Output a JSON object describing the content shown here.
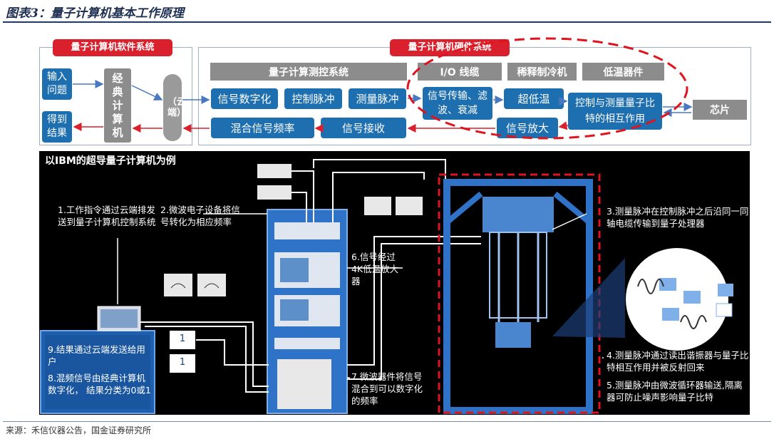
{
  "title": "图表3：量子计算机基本工作原理",
  "source": "来源：禾信仪器公告，国金证券研究所",
  "software": {
    "header": "量子计算机软件系统",
    "input": "输入问题",
    "output": "得到结果",
    "classical": "经典计算机",
    "cloud": "（云端）"
  },
  "hardware": {
    "header": "量子计算机硬件系统",
    "measure_ctrl": "量子计算测控系统",
    "io": "I/O 线缆",
    "dilution": "稀释制冷机",
    "cryo": "低温器件",
    "digitize": "信号数字化",
    "ctrl_pulse": "控制脉冲",
    "meas_pulse": "测量脉冲",
    "mix_freq": "混合信号频率",
    "sig_recv": "信号接收",
    "sig_trans": "信号传输、滤波、衰减",
    "ultra_low": "超低温",
    "sig_amp": "信号放大",
    "interaction": "控制与测量量子比特的相互作用",
    "chip": "芯片"
  },
  "ibm": {
    "title": "以IBM的超导量子计算机为例",
    "step1": "1.工作指令通过云端排发送到量子计算机控制系统",
    "step2": "2.微波电子设备将信号转化为相应频率",
    "step3": "3.测量脉冲在控制脉冲之后沿同一同轴电缆传输到量子处理器",
    "step4": "4.测量脉冲通过读出谐振器与量子比特相互作用并被反射回来",
    "step5": "5.测量脉冲由微波循环器输送,隔离器可防止噪声影响量子比特",
    "step6": "6.信号经过4K低温放大器",
    "step7": "7.微波器件将信号混合到可以数字化的频率",
    "step8": "8.混频信号由经典计算机数字化，  结果分类为0或1",
    "step9": "9.结果通过云端发送给用户",
    "result1": "1",
    "result2": "1"
  },
  "colors": {
    "accent_red": "#d9202c",
    "box_blue": "#1e6fb0",
    "box_gray": "#8c8c8c"
  }
}
